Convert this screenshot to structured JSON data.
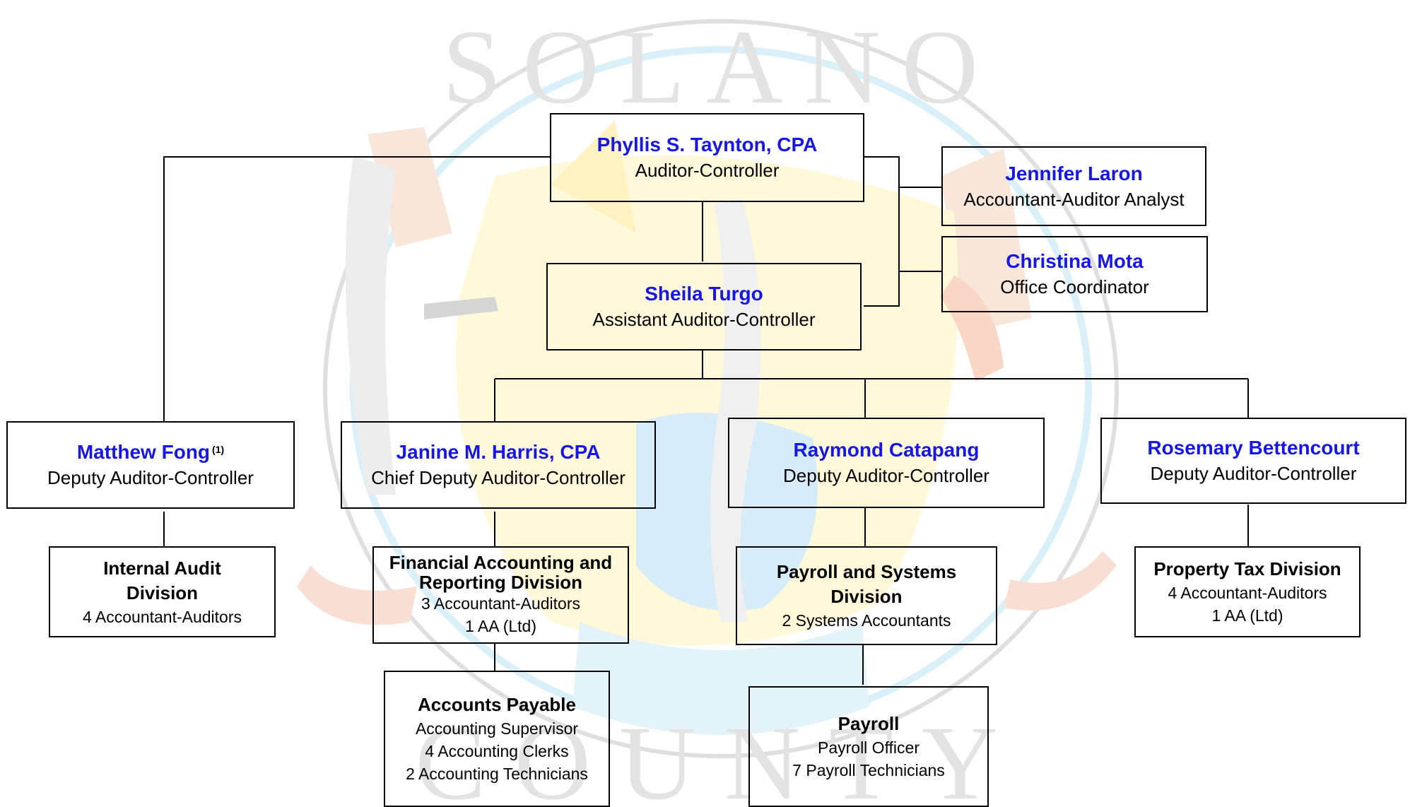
{
  "seal": {
    "top_text": "SOLANO",
    "bottom_text": "COUNTY"
  },
  "executive": {
    "name": "Phyllis S. Taynton, CPA",
    "title": "Auditor-Controller"
  },
  "assistant": {
    "name": "Sheila Turgo",
    "title": "Assistant Auditor-Controller"
  },
  "staff": [
    {
      "name": "Jennifer Laron",
      "title": "Accountant-Auditor Analyst"
    },
    {
      "name": "Christina Mota",
      "title": "Office Coordinator"
    }
  ],
  "deputies": [
    {
      "name": "Matthew Fong",
      "note": "(1)",
      "title": "Deputy Auditor-Controller"
    },
    {
      "name": "Janine M. Harris, CPA",
      "title": "Chief Deputy Auditor-Controller"
    },
    {
      "name": "Raymond Catapang",
      "title": "Deputy Auditor-Controller"
    },
    {
      "name": "Rosemary Bettencourt",
      "title": "Deputy Auditor-Controller"
    }
  ],
  "divisions": {
    "internal_audit": {
      "title_line1": "Internal Audit",
      "title_line2": "Division",
      "staff": [
        "4 Accountant-Auditors"
      ]
    },
    "financial": {
      "title_line1": "Financial Accounting and",
      "title_line2": "Reporting Division",
      "staff": [
        "3 Accountant-Auditors",
        "1 AA (Ltd)"
      ]
    },
    "payroll_systems": {
      "title_line1": "Payroll and Systems",
      "title_line2": "Division",
      "staff": [
        "2 Systems Accountants"
      ]
    },
    "property_tax": {
      "title": "Property Tax Division",
      "staff": [
        "4 Accountant-Auditors",
        "1 AA (Ltd)"
      ]
    },
    "accounts_payable": {
      "title": "Accounts Payable",
      "staff": [
        "Accounting Supervisor",
        "4 Accounting Clerks",
        "2 Accounting Technicians"
      ]
    },
    "payroll": {
      "title": "Payroll",
      "staff": [
        "Payroll Officer",
        "7 Payroll Technicians"
      ]
    }
  }
}
